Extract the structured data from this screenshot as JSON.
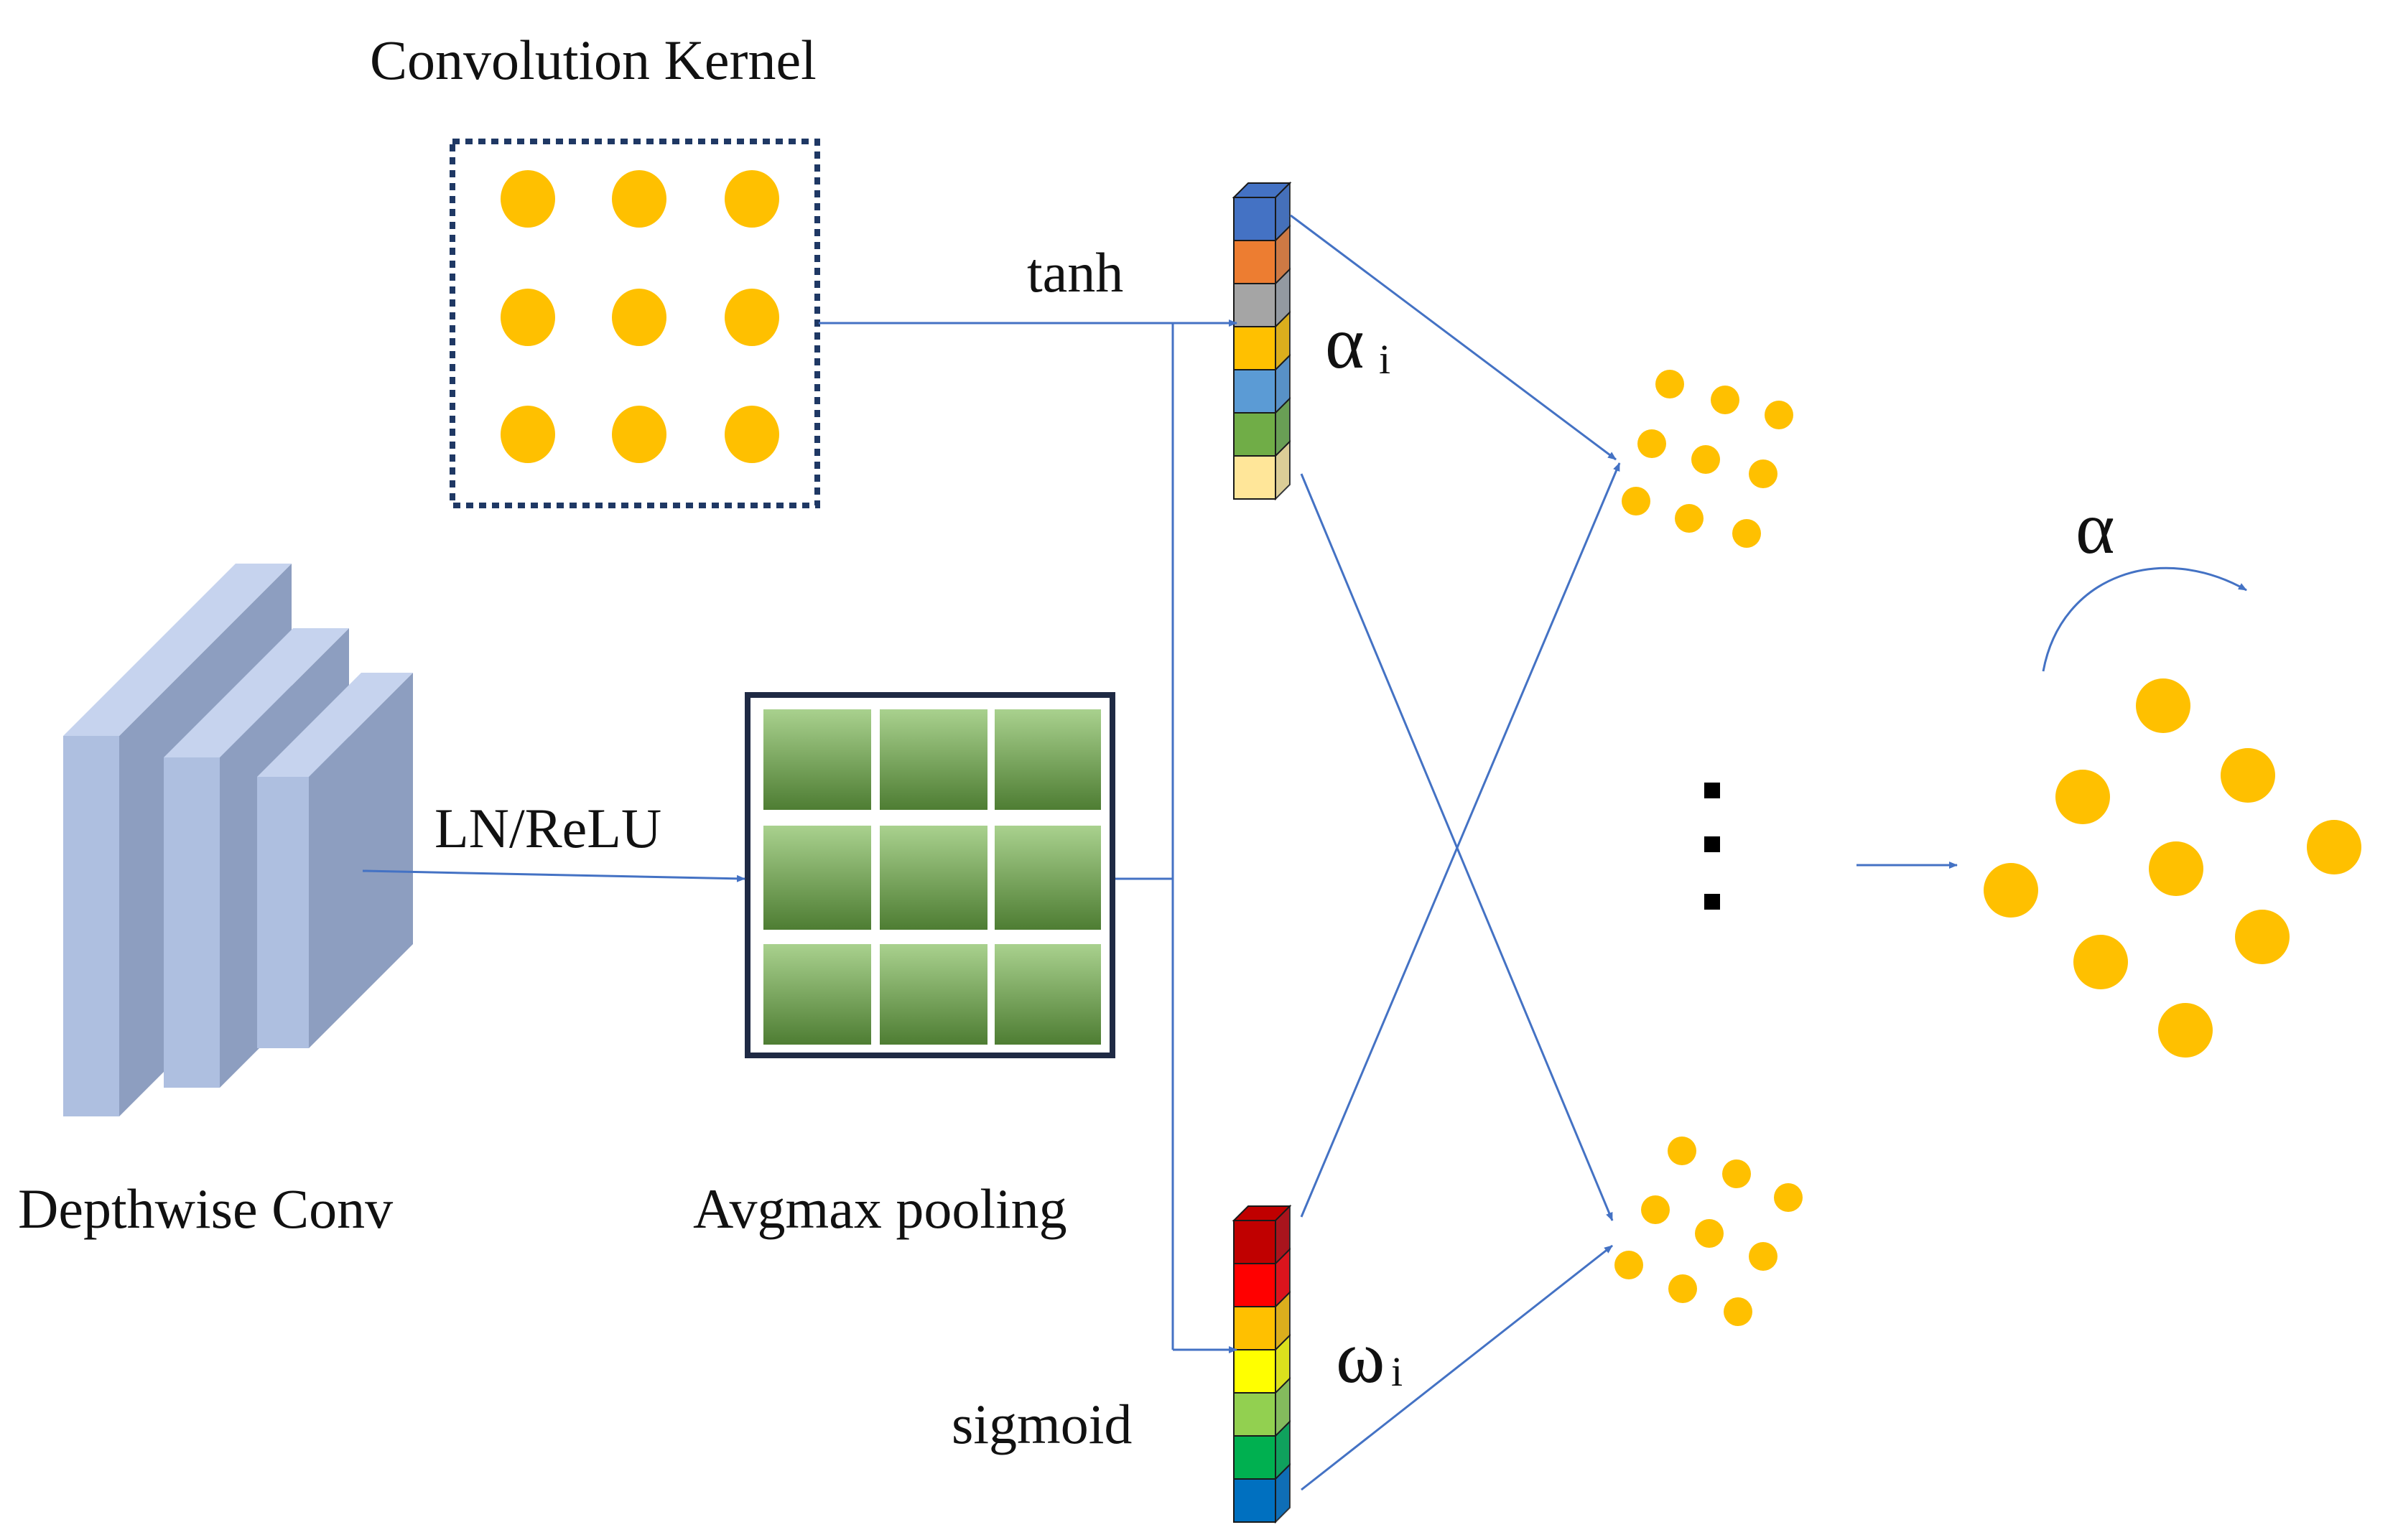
{
  "labels": {
    "kernel_title": "Convolution Kernel",
    "tanh": "tanh",
    "alpha_i_symbol": "α",
    "alpha_i_sub": "i",
    "ln_relu": "LN/ReLU",
    "depthwise": "Depthwise Conv",
    "pooling": "Avgmax pooling",
    "sigmoid": "sigmoid",
    "omega_i_symbol": "ω",
    "omega_i_sub": "i",
    "alpha": "α"
  },
  "colors": {
    "arrow": "#4472c4",
    "dot": "#ffc000",
    "kernel_border": "#1f3864",
    "pool_border": "#1f2a44",
    "pool_cell_top": "#9ccb7f",
    "pool_cell_bottom": "#4f7f32",
    "slab_front": "#aebfe0",
    "slab_side": "#8d9ec0",
    "slab_top": "#c6d3ee",
    "alpha_vector": [
      "#4472c4",
      "#ed7d31",
      "#a5a5a5",
      "#ffc000",
      "#5b9bd5",
      "#70ad47",
      "#ffe699"
    ],
    "omega_vector": [
      "#c00000",
      "#ff0000",
      "#ffc000",
      "#ffff00",
      "#92d050",
      "#00b050",
      "#0070c0"
    ]
  },
  "icons": {
    "feature_maps": "stacked-slabs-icon",
    "ellipsis": "vertical-ellipsis-icon",
    "rotate_arrow": "curved-arrow-icon"
  }
}
